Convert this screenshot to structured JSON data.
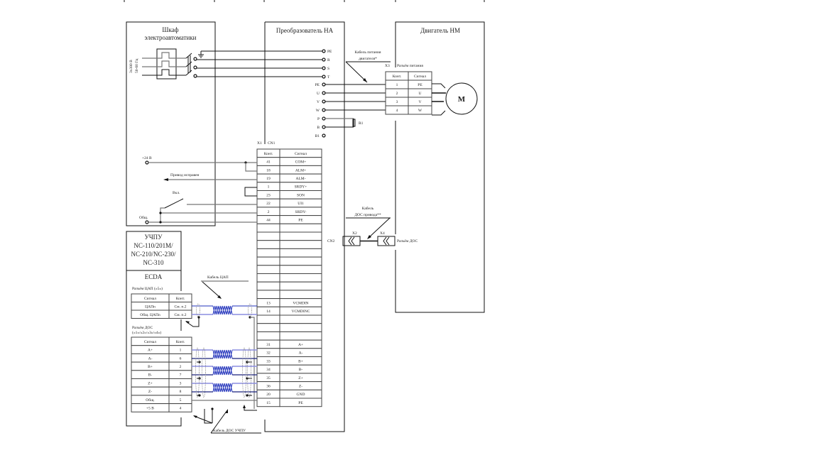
{
  "blocks": {
    "cabinet": {
      "title_line1": "Шкаф",
      "title_line2": "электроавтоматики",
      "supply_line1": "3х380 В",
      "supply_line2": "50-60 Гц",
      "v24": "+24 В",
      "drive_ok": "Привод исправен",
      "enable": "Вкл.",
      "common": "Общ."
    },
    "converter": {
      "title": "Преобразователь НА",
      "x1": "X1",
      "cn1": "CN1",
      "cn2": "CN2",
      "power_inputs": [
        "PE",
        "R",
        "S",
        "T"
      ],
      "power_outputs": [
        "PE",
        "U",
        "V",
        "W",
        "P",
        "B",
        "B1"
      ],
      "resistor": "R1"
    },
    "motor": {
      "title": "Двигатель НМ",
      "x3": "X3",
      "power_connector": "Разъём питания",
      "motor_symbol": "M",
      "encoder_connector": "Разъём ДОС"
    },
    "cnc": {
      "title_lines": [
        "УЧПУ",
        "NC-110/201M/",
        "NC-210/NC-230/",
        "NC-310"
      ],
      "ecda": "ECDA",
      "dac_connector": "Разъём ЦАП («5»)",
      "enc_connector_line1": "Разъём ДОС",
      "enc_connector_line2": "(«1»/«2»/«3»/«4»)"
    }
  },
  "cables": {
    "motor_power_line1": "Кабель питания",
    "motor_power_line2": "двигателя*",
    "drive_encoder_line1": "Кабель",
    "drive_encoder_line2": "ДОС привода**",
    "x2": "X2",
    "x4": "X4",
    "dac": "Кабель ЦАП",
    "cnc_encoder": "Кабель ДОС УЧПУ"
  },
  "tables": {
    "motor_power": {
      "headers": [
        "Конт.",
        "Сигнал"
      ],
      "rows": [
        [
          "1",
          "PE"
        ],
        [
          "2",
          "U"
        ],
        [
          "3",
          "V"
        ],
        [
          "4",
          "W"
        ]
      ]
    },
    "cn1": {
      "headers": [
        "Конт.",
        "Сигнал"
      ],
      "rows": [
        [
          "41",
          "COM+"
        ],
        [
          "18",
          "ALM+"
        ],
        [
          "19",
          "ALM-"
        ],
        [
          "1",
          "SRDY+"
        ],
        [
          "23",
          "SON"
        ],
        [
          "22",
          "UI1"
        ],
        [
          "2",
          "SRDY-"
        ],
        [
          "44",
          "PE"
        ],
        [
          "",
          ""
        ],
        [
          "",
          ""
        ],
        [
          "",
          ""
        ],
        [
          "",
          ""
        ],
        [
          "",
          ""
        ],
        [
          "",
          ""
        ],
        [
          "",
          ""
        ],
        [
          "",
          ""
        ],
        [
          "",
          ""
        ],
        [
          "13",
          "VCMDIN"
        ],
        [
          "14",
          "VCMDINC"
        ],
        [
          "",
          ""
        ],
        [
          "",
          ""
        ],
        [
          "",
          ""
        ],
        [
          "31",
          "A+"
        ],
        [
          "32",
          "A-"
        ],
        [
          "33",
          "B+"
        ],
        [
          "34",
          "B-"
        ],
        [
          "35",
          "Z+"
        ],
        [
          "36",
          "Z-"
        ],
        [
          "20",
          "GND"
        ],
        [
          "15",
          "PE"
        ]
      ]
    },
    "dac": {
      "headers": [
        "Сигнал",
        "Конт."
      ],
      "rows": [
        [
          "ЦАПn",
          "См. п.2"
        ],
        [
          "Общ. ЦАПn",
          "См. п.2"
        ]
      ]
    },
    "encoder": {
      "headers": [
        "Сигнал",
        "Конт."
      ],
      "rows": [
        [
          "A+",
          "1"
        ],
        [
          "A-",
          "6"
        ],
        [
          "B+",
          "2"
        ],
        [
          "B-",
          "7"
        ],
        [
          "Z+",
          "3"
        ],
        [
          "Z-",
          "8"
        ],
        [
          "Общ.",
          "5"
        ],
        [
          "+5 В",
          "4"
        ]
      ]
    }
  },
  "colors": {
    "line": "#111111",
    "wire_dark_blue": "#1a237e",
    "wire_light_blue": "#8c8ee0",
    "twisted": "#2233bb"
  }
}
